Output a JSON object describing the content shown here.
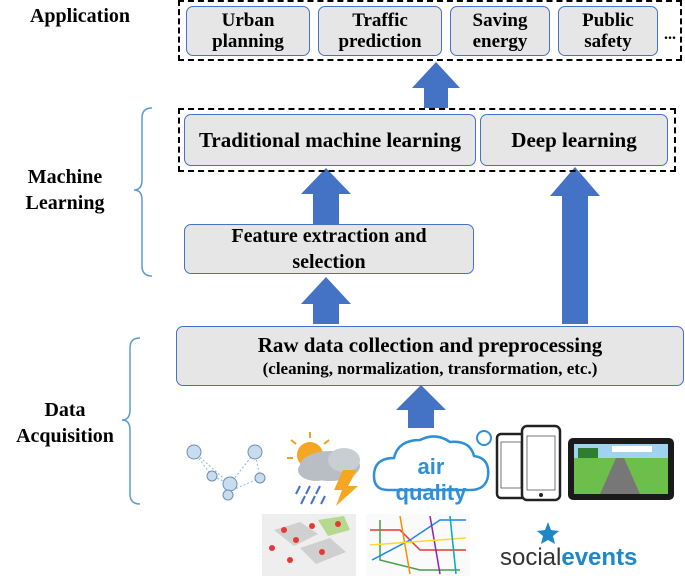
{
  "sections": {
    "application": "Application",
    "machine_learning": [
      "Machine",
      "Learning"
    ],
    "data_acquisition": [
      "Data",
      "Acquisition"
    ]
  },
  "applications": [
    [
      "Urban",
      "planning"
    ],
    [
      "Traffic",
      "prediction"
    ],
    [
      "Saving",
      "energy"
    ],
    [
      "Public",
      "safety"
    ]
  ],
  "app_ellipsis": "...",
  "ml": {
    "traditional": "Traditional machine learning",
    "deep": "Deep learning",
    "feature": [
      "Feature extraction and",
      "selection"
    ]
  },
  "raw": {
    "title": "Raw data collection and preprocessing",
    "subtitle": "(cleaning, normalization, transformation, etc.)"
  },
  "sources": {
    "air_quality": "air quality",
    "social": "social",
    "events": "events"
  },
  "colors": {
    "arrow": "#4472c4",
    "box_fill": "#e6e6e6",
    "box_border": "#4472c4",
    "brace": "#5b9bd5",
    "social_blue": "#1e88c7"
  }
}
